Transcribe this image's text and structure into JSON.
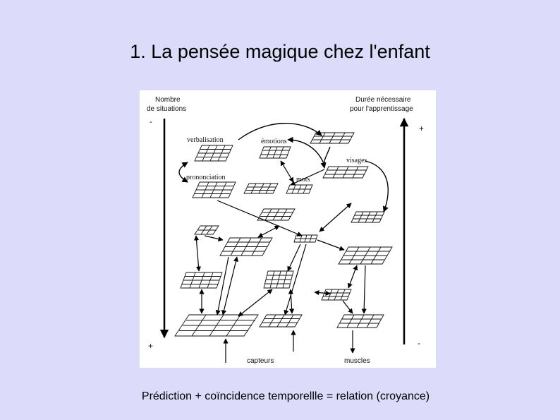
{
  "title": "1. La pensée magique chez l'enfant",
  "caption": "Prédiction + coïncidence temporellle = relation (croyance)",
  "diagram": {
    "left_axis_label_line1": "Nombre",
    "left_axis_label_line2": "de situations",
    "right_axis_label_line1": "Durée nécessaire",
    "right_axis_label_line2": "pour l'apprentissage",
    "left_top_sign": "-",
    "left_bottom_sign": "+",
    "right_top_sign": "+",
    "right_bottom_sign": "-",
    "nodes": {
      "verbalisation": "verbalisation",
      "emotions": "émotions",
      "visages": "visages",
      "prononciation": "prononciation",
      "mots": "mots"
    },
    "bottom_left_label": "capteurs",
    "bottom_right_label": "muscles"
  }
}
